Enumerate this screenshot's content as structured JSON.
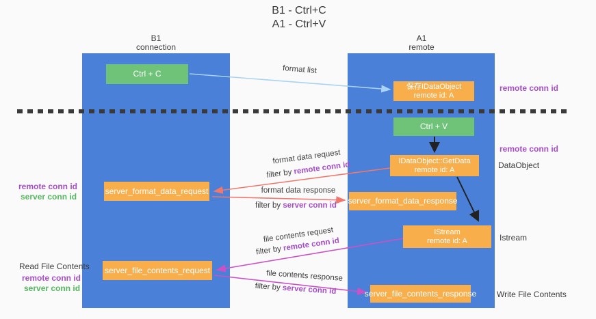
{
  "title": {
    "line1": "B1 - Ctrl+C",
    "line2": "A1 - Ctrl+V"
  },
  "columns": {
    "left": {
      "name": "B1",
      "role": "connection"
    },
    "right": {
      "name": "A1",
      "role": "remote"
    }
  },
  "nodes": {
    "ctrl_c": {
      "label": "Ctrl + C"
    },
    "ctrl_v": {
      "label": "Ctrl + V"
    },
    "save_dataobject": {
      "line1": "保存IDataObject",
      "line2": "remote id: A"
    },
    "getdata": {
      "line1": "IDataObject::GetData",
      "line2": "remote id: A"
    },
    "istream": {
      "line1": "IStream",
      "line2": "remote id: A"
    },
    "format_request": {
      "label": "server_format_data_request"
    },
    "format_response": {
      "label": "server_format_data_response"
    },
    "file_request": {
      "label": "server_file_contents_request"
    },
    "file_response": {
      "label": "server_file_contents_response"
    }
  },
  "edges": {
    "format_list": {
      "label": "format list"
    },
    "format_data_request": {
      "label": "format data request",
      "filter_prefix": "filter by ",
      "filter_key": "remote conn id"
    },
    "format_data_response": {
      "label": "format data response",
      "filter_prefix": "filter by ",
      "filter_key": "server conn id"
    },
    "file_contents_request": {
      "label": "file contents request",
      "filter_prefix": "filter by ",
      "filter_key": "remote conn id"
    },
    "file_contents_response": {
      "label": "file contents response",
      "filter_prefix": "filter by ",
      "filter_key": "server conn id"
    }
  },
  "annotations": {
    "saved_remote_conn_id": "remote conn id",
    "paste_remote_conn_id": "remote conn id",
    "dataobject": "DataObject",
    "istream": "Istream",
    "write_file_contents": "Write File Contents",
    "read_file_contents": "Read File Contents",
    "format_remote_conn_id": "remote conn id",
    "format_server_conn_id": "server conn id",
    "file_remote_conn_id": "remote conn id",
    "file_server_conn_id": "server conn id"
  },
  "colors": {
    "lane-blue": "#4A80D8",
    "box-orange": "#F9AE4C",
    "box-green": "#6FC379",
    "arrow-light-blue": "#A9D3F2",
    "arrow-salmon": "#F0776C",
    "arrow-magenta": "#CB52C5",
    "text-purple": "#A64DC8",
    "text-green": "#55B85F",
    "text-dark": "#3B3B3B",
    "bg": "#FAFAFA"
  }
}
